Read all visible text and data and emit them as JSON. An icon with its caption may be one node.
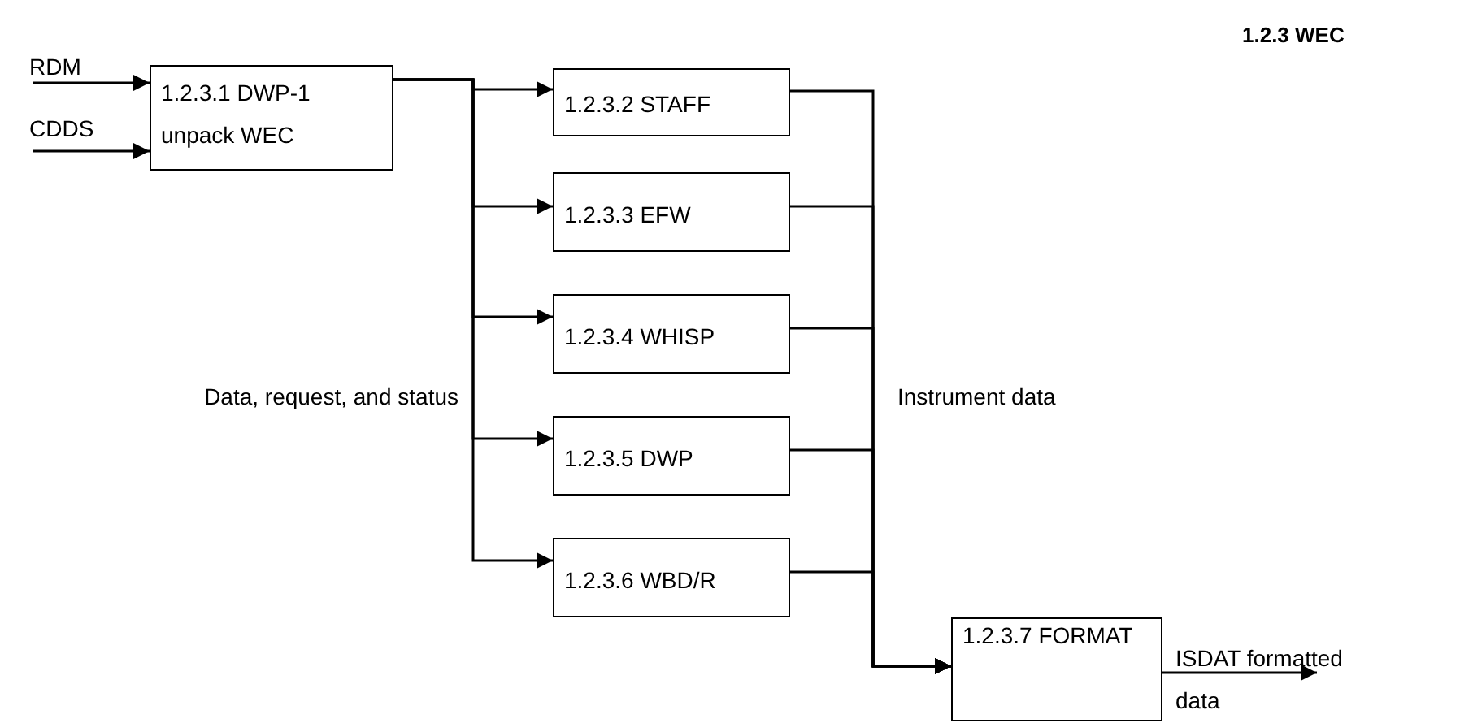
{
  "diagram": {
    "title": "1.2.3 WEC",
    "nodes": [
      {
        "text": [
          "1.2.3.1 DWP-1",
          "unpack WEC"
        ]
      },
      {
        "text": [
          "1.2.3.2 STAFF"
        ]
      },
      {
        "text": [
          "1.2.3.3 EFW"
        ]
      },
      {
        "text": [
          "1.2.3.4 WHISP"
        ]
      },
      {
        "text": [
          "1.2.3.5 DWP"
        ]
      },
      {
        "text": [
          "1.2.3.6 WBD/R"
        ]
      },
      {
        "text": [
          "1.2.3.7 FORMAT"
        ]
      }
    ],
    "edges": [
      {
        "from": null,
        "to": 0,
        "arrow": "to",
        "label": "RDM"
      },
      {
        "from": null,
        "to": 0,
        "arrow": "to",
        "label": "CDDS"
      },
      {
        "from": 0,
        "to": 1,
        "arrow": "to"
      },
      {
        "from": 0,
        "to": 2,
        "arrow": "to"
      },
      {
        "from": 0,
        "to": 3,
        "arrow": "to"
      },
      {
        "from": 0,
        "to": 4,
        "arrow": "to"
      },
      {
        "from": 0,
        "to": 5,
        "arrow": "to"
      },
      {
        "from": 1,
        "to": 6,
        "arrow": "to"
      },
      {
        "from": 2,
        "to": 6,
        "arrow": "to"
      },
      {
        "from": 3,
        "to": 6,
        "arrow": "to"
      },
      {
        "from": 4,
        "to": 6,
        "arrow": "to"
      },
      {
        "from": 5,
        "to": 6,
        "arrow": "to"
      },
      {
        "from": 6,
        "to": null,
        "arrow": "to",
        "label": "ISDAT formatted data"
      }
    ],
    "labels": [
      "Data, request, and status",
      "Instrument data"
    ]
  }
}
